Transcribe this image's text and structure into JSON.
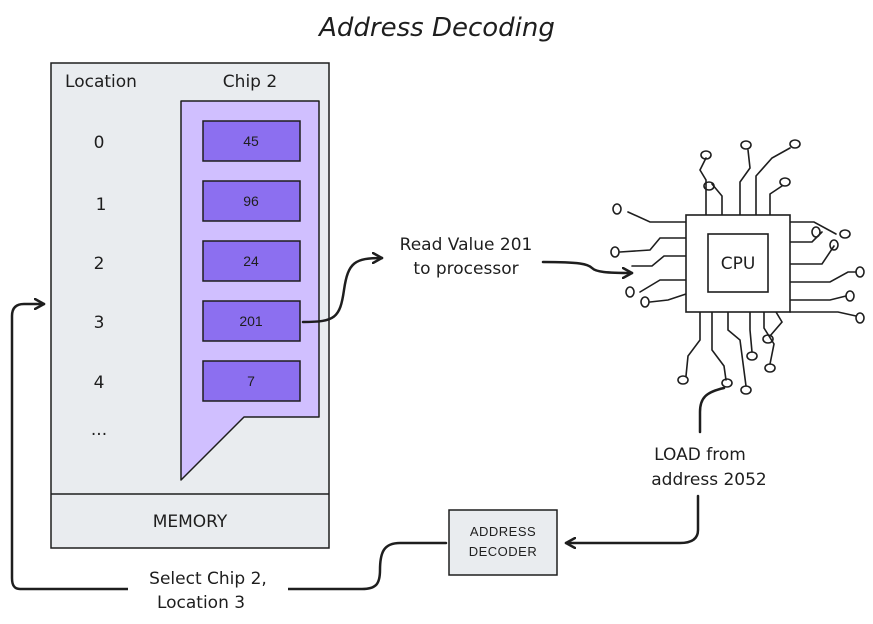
{
  "title": "Address Decoding",
  "memory": {
    "location_header": "Location",
    "chip_header": "Chip 2",
    "footer_label": "MEMORY",
    "rows": [
      {
        "location": "0",
        "value": "45"
      },
      {
        "location": "1",
        "value": "96"
      },
      {
        "location": "2",
        "value": "24"
      },
      {
        "location": "3",
        "value": "201"
      },
      {
        "location": "4",
        "value": "7"
      },
      {
        "location": "...",
        "value": ""
      }
    ]
  },
  "cpu": {
    "label": "CPU"
  },
  "decoder": {
    "line1": "ADDRESS",
    "line2": "DECODER"
  },
  "annotations": {
    "read_line1": "Read Value 201",
    "read_line2": "to processor",
    "load_line1": "LOAD from",
    "load_line2": "address 2052",
    "select_line1": "Select Chip 2,",
    "select_line2": "Location 3"
  },
  "colors": {
    "panel_bg": "#e9ecef",
    "chip_bg": "#d0bfff",
    "cell_bg": "#8c6ff0",
    "stroke": "#1e1e1e"
  }
}
